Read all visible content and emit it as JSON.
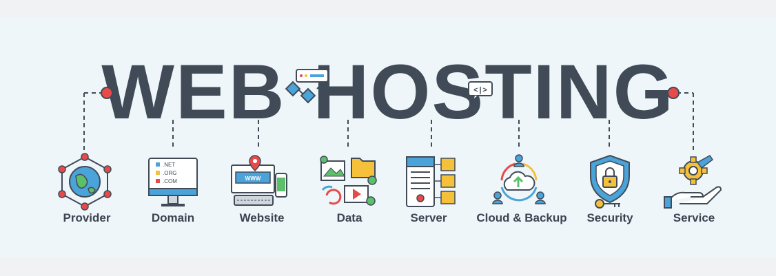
{
  "title": {
    "left_word": "WEB",
    "right_word": "HOSTING"
  },
  "colors": {
    "background": "#eef6fa",
    "text": "#414b57",
    "accent_red": "#e84a4a",
    "accent_blue": "#4aa3d9",
    "accent_yellow": "#f5c13b",
    "accent_green": "#5cbf6a"
  },
  "items": [
    {
      "label": "Provider",
      "icon": "globe-network-icon"
    },
    {
      "label": "Domain",
      "icon": "monitor-domain-icon",
      "extensions": [
        ".NET",
        ".ORG",
        ".COM"
      ]
    },
    {
      "label": "Website",
      "icon": "website-computer-icon",
      "screen_text": "WWW"
    },
    {
      "label": "Data",
      "icon": "data-files-icon"
    },
    {
      "label": "Server",
      "icon": "server-rack-icon"
    },
    {
      "label": "Cloud & Backup",
      "icon": "cloud-backup-icon"
    },
    {
      "label": "Security",
      "icon": "shield-lock-icon"
    },
    {
      "label": "Service",
      "icon": "hand-gear-icon"
    }
  ],
  "code_tag": "<|>"
}
